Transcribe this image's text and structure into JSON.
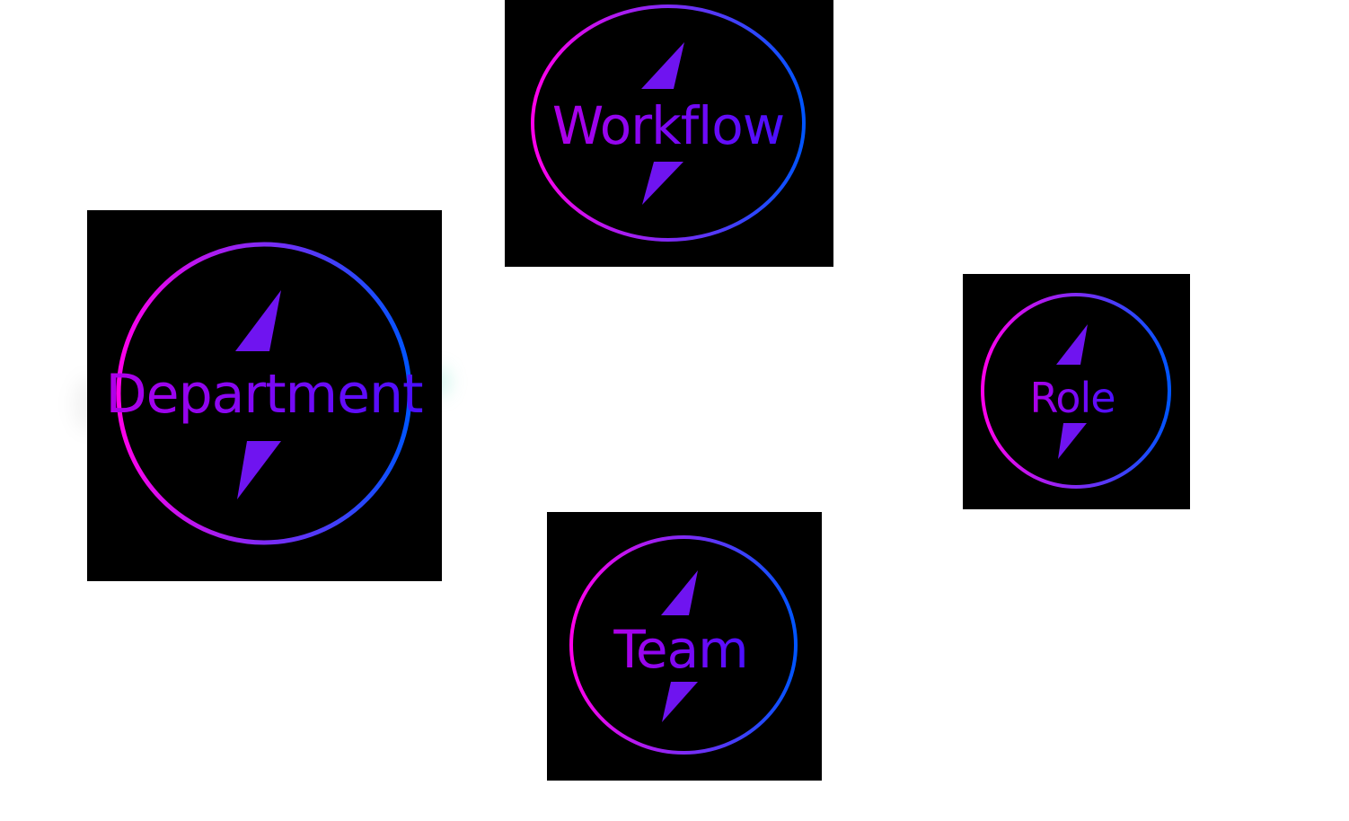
{
  "nodes": [
    {
      "id": "workflow",
      "label": "Workflow"
    },
    {
      "id": "department",
      "label": "Department"
    },
    {
      "id": "role",
      "label": "Role"
    },
    {
      "id": "team",
      "label": "Team"
    }
  ],
  "colors": {
    "background": "#ffffff",
    "node_background": "#000000",
    "ring_start": "#ff00ea",
    "ring_end": "#0055ff",
    "bolt": "#6f14f0",
    "label_start": "#b000e8",
    "label_end": "#4a10ff",
    "edge_hint": "#2ad6b0"
  },
  "icons": {
    "node_decoration": "lightning-bolt-icon",
    "node_ring": "gradient-ring"
  }
}
